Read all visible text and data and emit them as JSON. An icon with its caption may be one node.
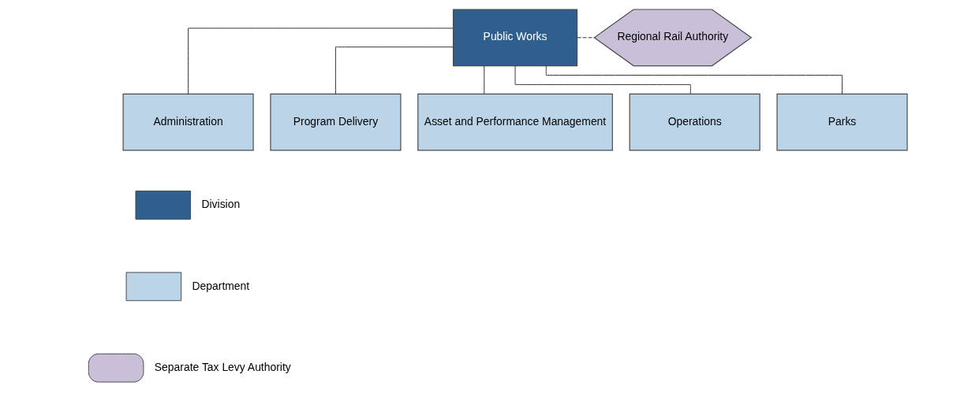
{
  "diagram": {
    "nodes": [
      {
        "text": [
          "Public Works"
        ]
      },
      {
        "text": [
          "Regional Rail Authority"
        ]
      },
      {
        "text": [
          "Administration"
        ]
      },
      {
        "text": [
          "Program Delivery"
        ]
      },
      {
        "text": [
          "Asset and Performance Management"
        ]
      },
      {
        "text": [
          "Operations"
        ]
      },
      {
        "text": [
          "Parks"
        ]
      }
    ],
    "edges": [
      {
        "from": 0,
        "to": 2,
        "arrow": "none"
      },
      {
        "from": 0,
        "to": 3,
        "arrow": "none"
      },
      {
        "from": 0,
        "to": 4,
        "arrow": "none"
      },
      {
        "from": 0,
        "to": 5,
        "arrow": "none"
      },
      {
        "from": 0,
        "to": 6,
        "arrow": "none"
      },
      {
        "from": 0,
        "to": 1,
        "arrow": "none",
        "style": "dashed"
      }
    ],
    "legend": [
      {
        "text": "Division",
        "color": "#2f5f8f"
      },
      {
        "text": "Department",
        "color": "#bcd4e8"
      },
      {
        "text": "Separate Tax Levy Authority",
        "color": "#c9bfd9"
      }
    ]
  }
}
